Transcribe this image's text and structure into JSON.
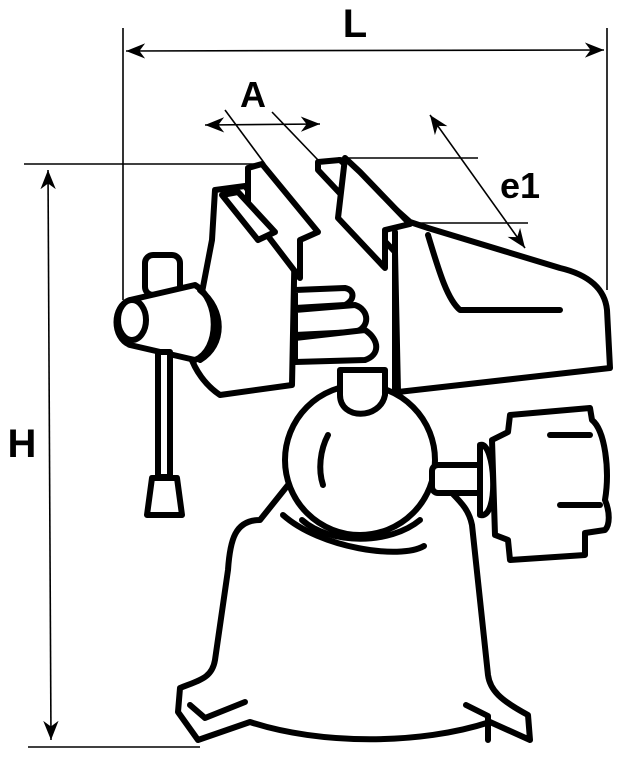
{
  "diagram": {
    "subject": "Bench vise with swivel ball base",
    "dimensions": {
      "length": {
        "label": "L"
      },
      "jaw_width": {
        "label": "A"
      },
      "jaw_opening": {
        "label": "e1"
      },
      "height": {
        "label": "H"
      }
    },
    "colors": {
      "line": "#000000",
      "background": "#ffffff"
    }
  }
}
